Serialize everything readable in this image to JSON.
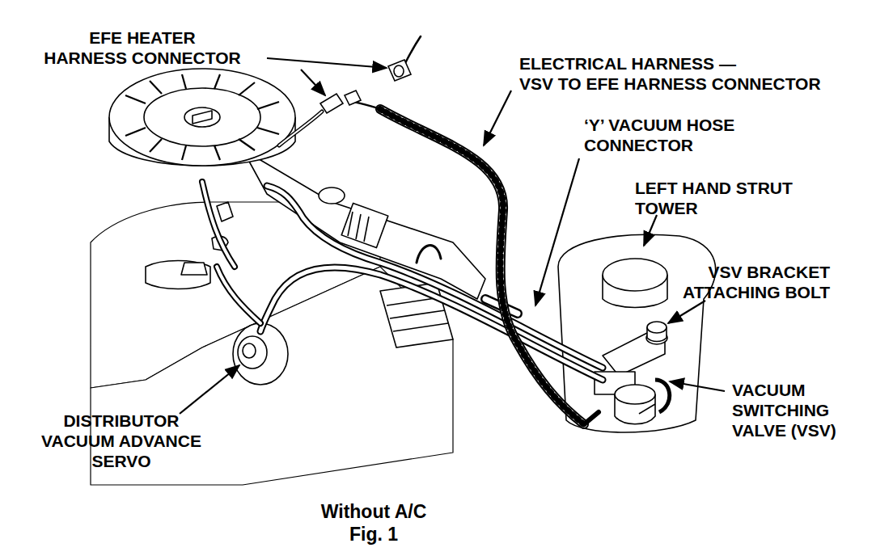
{
  "diagram": {
    "caption": "Without A/C",
    "labels": [
      "EFE HEATER HARNESS CONNECTOR",
      "ELECTRICAL HARNESS — VSV TO EFE HARNESS CONNECTOR",
      "‘Y’ VACUUM HOSE CONNECTOR",
      "LEFT HAND STRUT TOWER",
      "VSV BRACKET ATTACHING BOLT",
      "VACUUM SWITCHING VALVE (VSV)",
      "DISTRIBUTOR VACUUM ADVANCE SERVO",
      "Fig. 1"
    ]
  }
}
